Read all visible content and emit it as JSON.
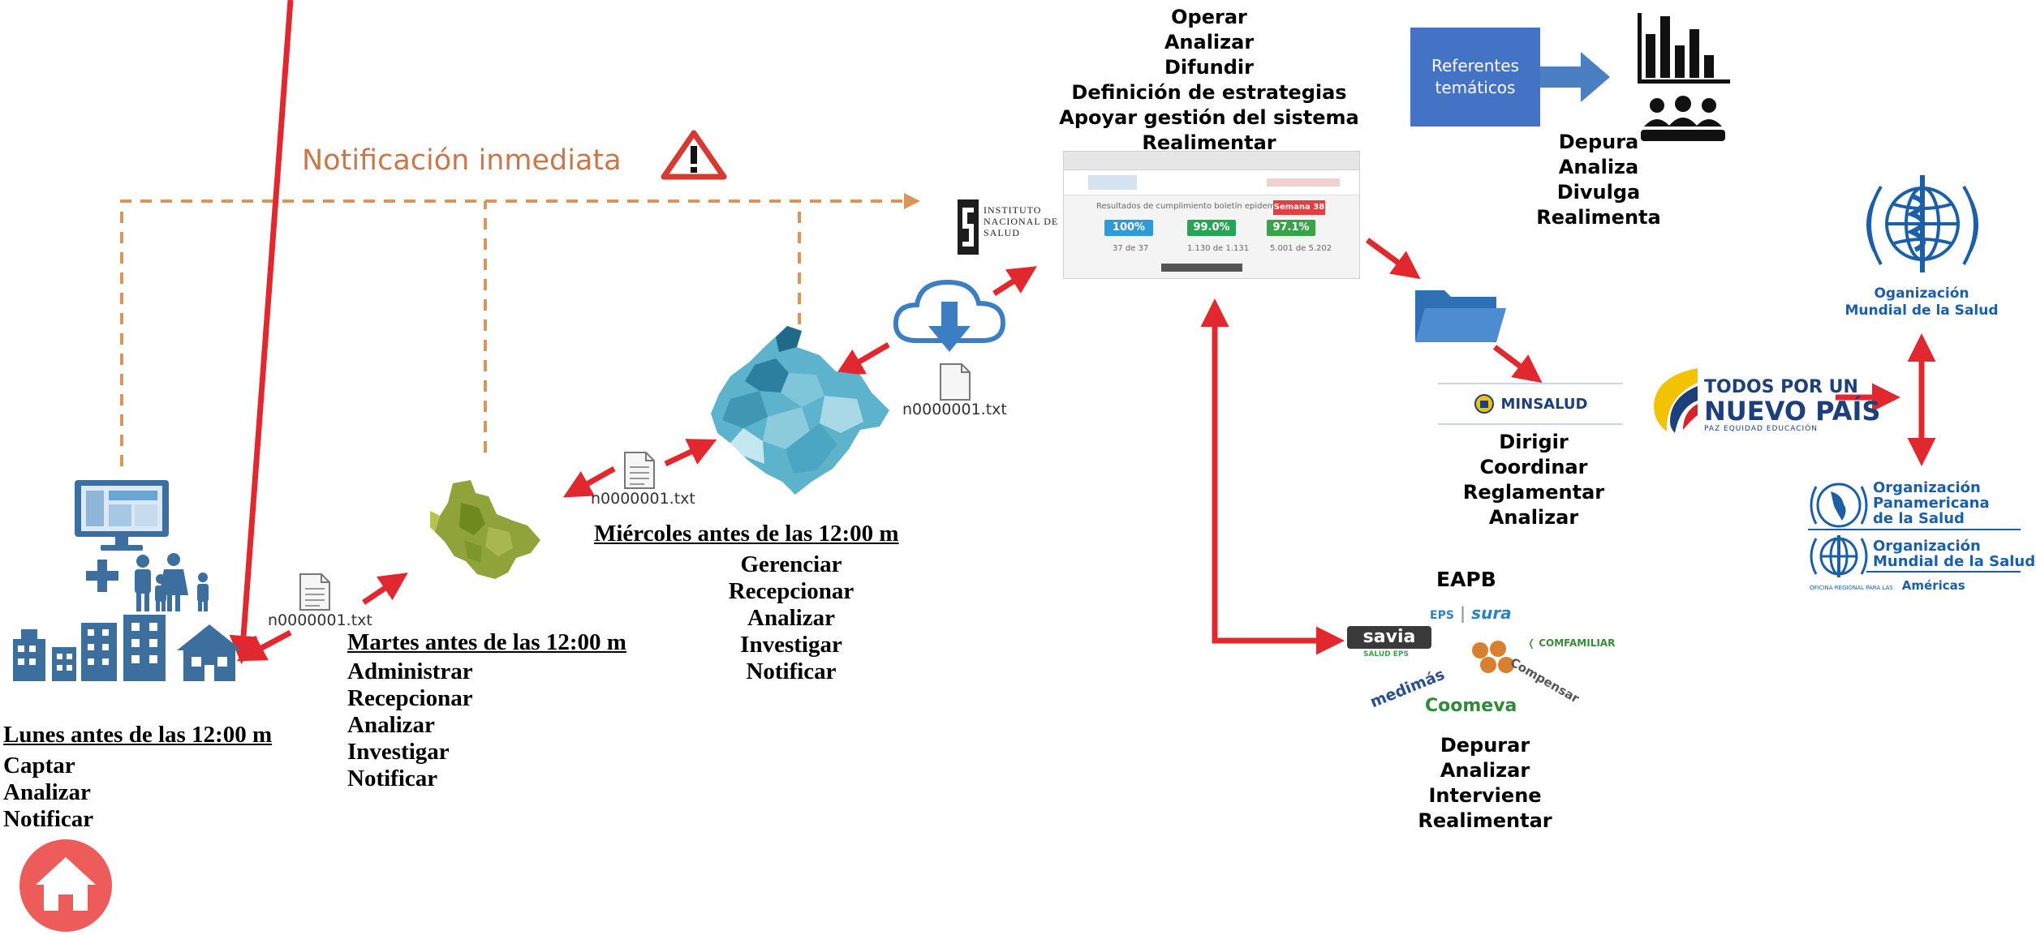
{
  "notification": {
    "label": "Notificación inmediata"
  },
  "files": {
    "name": "n0000001.txt"
  },
  "stages": {
    "lunes": {
      "title": "Lunes antes de las 12:00 m",
      "actions": [
        "Captar",
        "Analizar",
        "Notificar"
      ]
    },
    "martes": {
      "title": "Martes antes de las 12:00 m",
      "actions": [
        "Administrar",
        "Recepcionar",
        "Analizar",
        "Investigar",
        "Notificar"
      ]
    },
    "miercoles": {
      "title": "Miércoles antes de las 12:00 m",
      "actions": [
        "Gerenciar",
        "Recepcionar",
        "Analizar",
        "Investigar",
        "Notificar"
      ]
    }
  },
  "ins": {
    "logo_lines": [
      "INSTITUTO",
      "NACIONAL DE",
      "SALUD"
    ],
    "actions": [
      "Operar",
      "Analizar",
      "Difundir",
      "Definición de estrategias",
      "Apoyar gestión del sistema",
      "Realimentar"
    ],
    "screenshot": {
      "caption": "Resultados de cumplimiento boletín epidemiológico",
      "semana": "Semana 38",
      "badges": [
        {
          "value": "100%",
          "color": "#2f9bd6",
          "sub": "37 de 37"
        },
        {
          "value": "99.0%",
          "color": "#27a35a",
          "sub": "1.130 de 1.131"
        },
        {
          "value": "97.1%",
          "color": "#3aa34a",
          "sub": "5.001 de 5.202"
        }
      ]
    }
  },
  "referentes": {
    "box_label": "Referentes temáticos",
    "actions": [
      "Depura",
      "Analiza",
      "Divulga",
      "Realimenta"
    ]
  },
  "minsalud": {
    "logo": "MINSALUD",
    "actions": [
      "Dirigir",
      "Coordinar",
      "Reglamentar",
      "Analizar"
    ]
  },
  "todos": {
    "line1": "TODOS POR UN",
    "line2": "NUEVO PAÍS",
    "tagline": "PAZ   EQUIDAD   EDUCACIÓN"
  },
  "oms": {
    "line1": "Oganización",
    "line2": "Mundial de la Salud"
  },
  "ops": {
    "line1": "Organización",
    "line2": "Panamericana",
    "line3": "de la Salud",
    "line4": "Organización",
    "line5": "Mundial de la Salud",
    "line6": "Américas",
    "small": "OFICINA REGIONAL PARA LAS"
  },
  "eapb": {
    "title": "EAPB",
    "brands": {
      "eps": "EPS",
      "sura": "SURA",
      "savia": "savia",
      "savia_sub": "SALUD EPS",
      "comfamiliar": "COMFAMILIAR",
      "medimas": "medimás",
      "compensar": "Compensar",
      "coomeva": "Coomeva"
    },
    "actions": [
      "Depurar",
      "Analizar",
      "Interviene",
      "Realimentar"
    ]
  },
  "colors": {
    "arrow_red": "#e0282e",
    "dash_orange": "#d9955a",
    "icon_blue": "#3c6e9e",
    "box_blue": "#4472c4",
    "home_red": "#ee5b5b"
  }
}
